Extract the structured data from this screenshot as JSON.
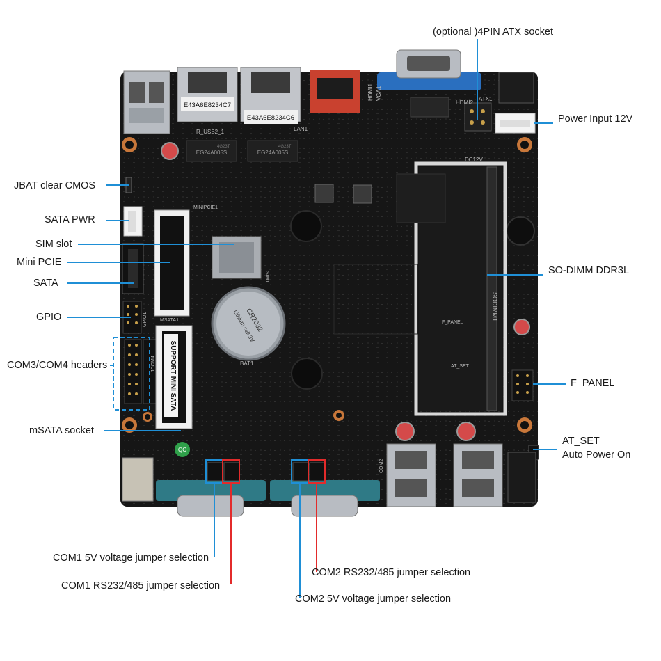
{
  "diagram": {
    "colors": {
      "background": "#ffffff",
      "board": "#151515",
      "leader_line": "#1f8fd6",
      "highlight_red": "#e32b2b",
      "connector_blue": "#2a6fbf",
      "com_port": "#2f7a86",
      "metal": "#b8bcc2",
      "capacitor_red": "#d44a4a",
      "label_text": "#1a1a1a"
    },
    "labels": {
      "atx_socket": "(optional )4PIN ATX socket",
      "power_input": "Power Input 12V",
      "jbat": "JBAT clear CMOS",
      "sata_pwr": "SATA PWR",
      "sim_slot": "SIM slot",
      "mini_pcie": "Mini PCIE",
      "sata": "SATA",
      "gpio": "GPIO",
      "com34": "COM3/COM4 headers",
      "msata": "mSATA socket",
      "sodimm": "SO-DIMM DDR3L",
      "f_panel": "F_PANEL",
      "at_set_line1": "AT_SET",
      "at_set_line2": "Auto Power On",
      "com1_5v": "COM1 5V voltage jumper selection",
      "com1_rs": "COM1 RS232/485 jumper selection",
      "com2_rs": "COM2 RS232/485 jumper selection",
      "com2_5v": "COM2 5V voltage jumper selection"
    },
    "board_markings": {
      "mac1": "E43A6E8234C7",
      "mac2": "E43A6E8234C6",
      "lan1": "LAN1",
      "usb": "R_USB2_1",
      "minipcie": "MINIPCIE1",
      "msata1": "MSATA1",
      "support_mini_sata": "SUPPORT MINI SATA",
      "cr2032": "CR2032",
      "lithium_cell": "Lithium cell 3V",
      "bat1": "BAT1",
      "sim1": "SIM1",
      "hdmi1": "HDMI1",
      "vga1": "VGA1",
      "hdmi2": "HDMI2",
      "atx1": "ATX1",
      "dc12v": "DC12V",
      "sodimm1": "SODIMM1",
      "f_panel_mark": "F_PANEL",
      "at_set_mark": "AT_SET",
      "gpio1": "GPIO1",
      "jcom": "JCOM4",
      "qc": "QC",
      "com2": "COM2",
      "eg": "EG24A005S",
      "chip_4g": "4G23T"
    }
  }
}
